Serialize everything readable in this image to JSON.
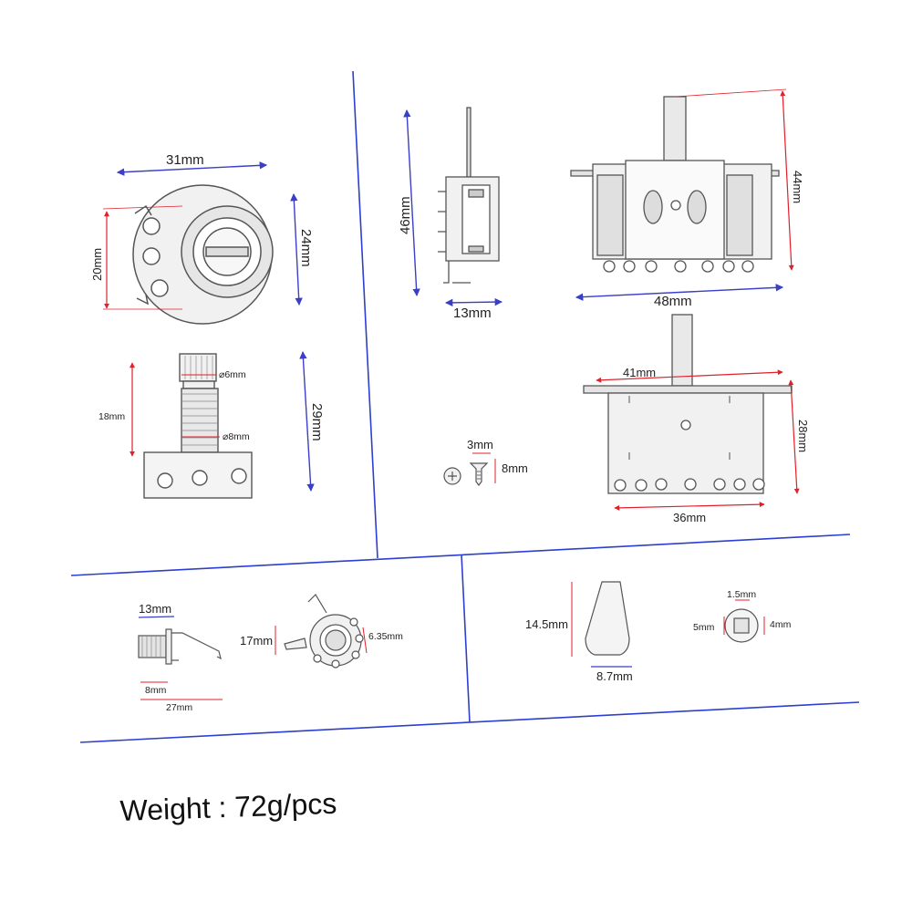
{
  "colors": {
    "panel_line": "#2c3fcf",
    "dim_red": "#e0202a",
    "dim_blue": "#3a3fc8",
    "part_fill": "#f1f1f1",
    "part_stroke": "#555555"
  },
  "labels": {
    "pot_width": "31mm",
    "pot_height": "20mm",
    "pot_depth": "24mm",
    "shaft_length": "18mm",
    "shaft_total": "29mm",
    "shaft_d1": "⌀6mm",
    "shaft_d2": "⌀8mm",
    "switch_side_height": "46mm",
    "switch_side_width": "13mm",
    "switch_top_height": "44mm",
    "switch_top_width": "48mm",
    "switch_bottom_plate": "41mm",
    "switch_bottom_height": "28mm",
    "switch_bottom_width": "36mm",
    "screw_diameter": "3mm",
    "screw_length": "8mm",
    "jack_top": "13mm",
    "jack_small": "8mm",
    "jack_length": "27mm",
    "jack_height": "17mm",
    "jack_hole": "6.35mm",
    "tip_height": "14.5mm",
    "tip_width": "8.7mm",
    "tip_hole_top": "1.5mm",
    "tip_hole_left": "5mm",
    "tip_hole_right": "4mm"
  },
  "footer": {
    "weight": "Weight : 72g/pcs"
  }
}
